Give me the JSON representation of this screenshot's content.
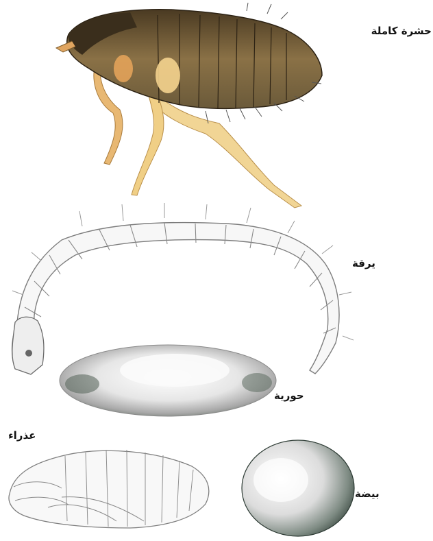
{
  "labels": {
    "adult": "حشرة كاملة",
    "larva": "يرقة",
    "nymph": "حورية",
    "pupa": "عذراء",
    "egg": "بيضة"
  },
  "colors": {
    "adult_body": "#6b5a3a",
    "adult_leg": "#e8c27a",
    "adult_dark": "#3a2e1c",
    "larva_outline": "#8a8a8a",
    "nymph_shade": "#9a9a9a",
    "egg_dark": "#3f5048",
    "pupa_outline": "#8c8c8c"
  }
}
